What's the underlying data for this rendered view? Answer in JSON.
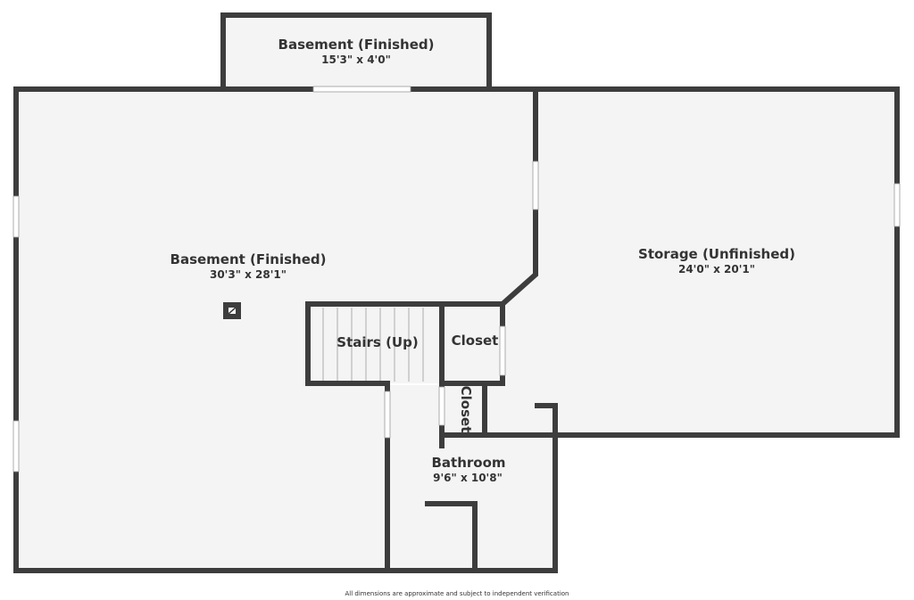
{
  "rooms": {
    "basement_top": {
      "name": "Basement (Finished)",
      "dims": "15'3\" x 4'0\""
    },
    "basement_main": {
      "name": "Basement (Finished)",
      "dims": "30'3\" x 28'1\""
    },
    "storage": {
      "name": "Storage (Unfinished)",
      "dims": "24'0\" x 20'1\""
    },
    "stairs": {
      "name": "Stairs (Up)"
    },
    "closet_upper": {
      "name": "Closet"
    },
    "closet_lower": {
      "name": "Closet"
    },
    "bathroom": {
      "name": "Bathroom",
      "dims": "9'6\" x 10'8\""
    }
  },
  "disclaimer": "All dimensions are approximate and subject to independent verification",
  "colors": {
    "wall": "#3d3d3d",
    "floor": "#f4f4f4",
    "window": "#ffffff",
    "text": "#333333"
  }
}
